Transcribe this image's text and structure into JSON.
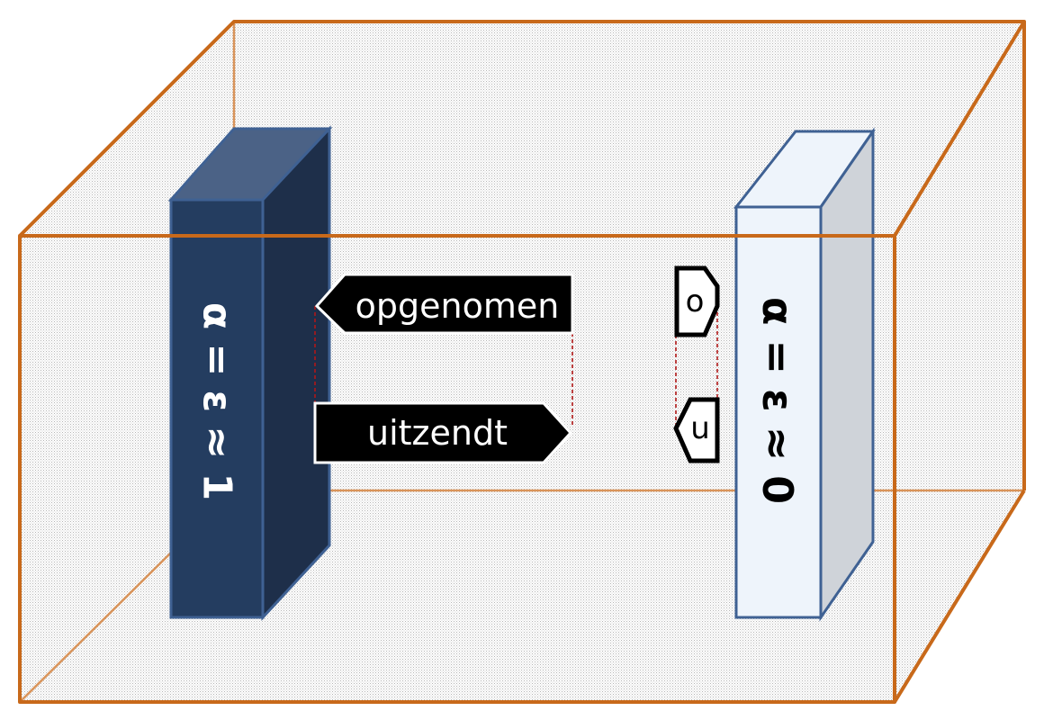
{
  "colors": {
    "box_edge": "#c8691a",
    "box_edge_light": "#d9945a",
    "mesh": "#a8a8a8",
    "dark_slab_front": "#243d60",
    "dark_slab_side": "#1e2f4a",
    "dark_slab_top": "#4b6286",
    "slab_outline": "#3f6193",
    "light_slab_front": "#eef4fb",
    "light_slab_side": "#cfd3d9",
    "label_fill": "#000000",
    "label_text": "#ffffff",
    "dash_line": "#b01818"
  },
  "dark_slab": {
    "equation": "α = ε ≈ 1"
  },
  "light_slab": {
    "equation": "α = ε ≈ 0"
  },
  "labels": {
    "absorbed_large": "opgenomen",
    "emitted_large": "uitzendt",
    "absorbed_small": "o",
    "emitted_small": "u"
  }
}
